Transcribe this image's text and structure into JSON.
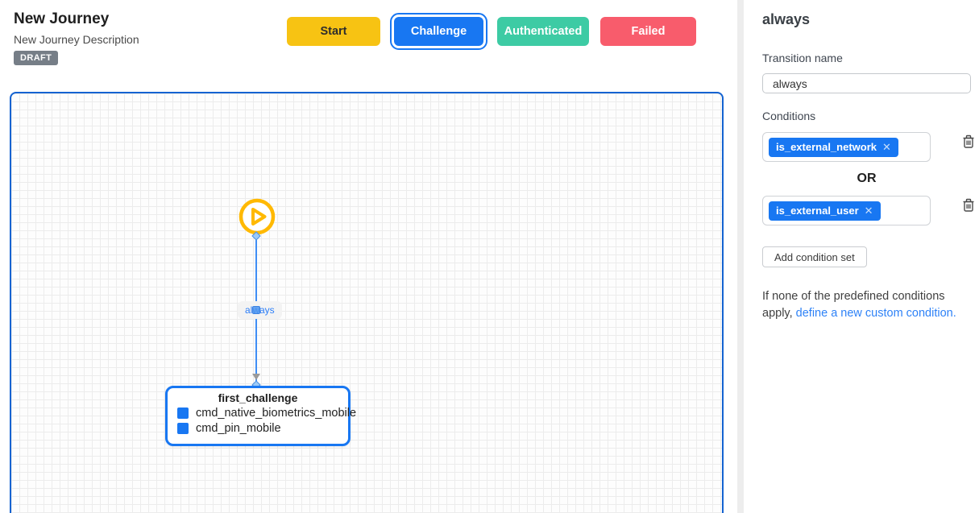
{
  "header": {
    "title": "New Journey",
    "subtitle": "New Journey Description",
    "status_badge": "DRAFT"
  },
  "toolbar": {
    "buttons": [
      {
        "label": "Start",
        "color": "#f7c313",
        "selected": false
      },
      {
        "label": "Challenge",
        "color": "#1877f2",
        "selected": true
      },
      {
        "label": "Authenticated",
        "color": "#3dcba4",
        "selected": false
      },
      {
        "label": "Failed",
        "color": "#f85c6c",
        "selected": false
      }
    ]
  },
  "canvas": {
    "start_node": {
      "icon": "play-icon",
      "color": "#ffb902"
    },
    "edge": {
      "label": "always",
      "color": "#3f8ef5"
    },
    "challenge_node": {
      "title": "first_challenge",
      "commands": [
        "cmd_native_biometrics_mobile",
        "cmd_pin_mobile"
      ],
      "border_color": "#1877f2"
    }
  },
  "sidebar": {
    "title": "always",
    "transition_name_label": "Transition name",
    "transition_name_value": "always",
    "conditions_label": "Conditions",
    "condition_sets": [
      {
        "chips": [
          "is_external_network"
        ]
      },
      {
        "chips": [
          "is_external_user"
        ]
      }
    ],
    "chip_close_glyph": "✕",
    "or_label": "OR",
    "add_condition_set_label": "Add condition set",
    "note_prefix": "If none of the predefined conditions apply, ",
    "note_link": "define a new custom condition."
  }
}
